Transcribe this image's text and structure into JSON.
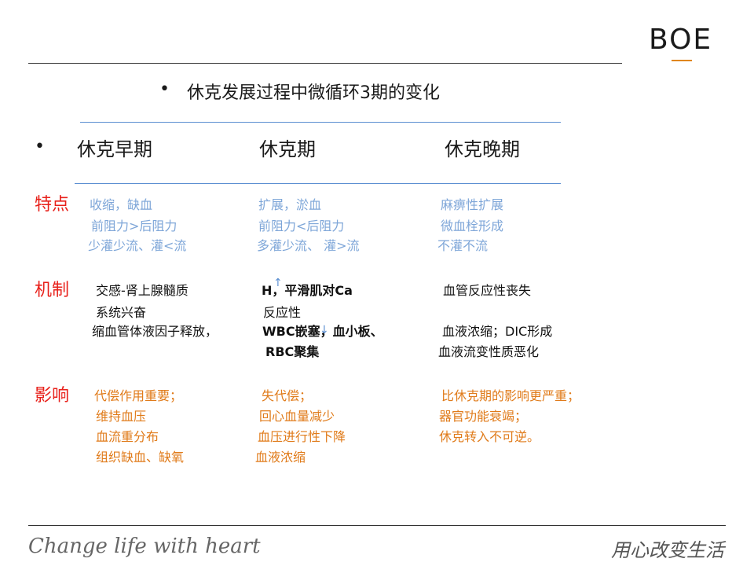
{
  "brand": {
    "logo_text": "BOE"
  },
  "slide": {
    "title": "休克发展过程中微循环3期的变化",
    "columns": [
      "休克早期",
      "休克期",
      "休克晚期"
    ],
    "rows": [
      {
        "label": "特点",
        "cells": [
          [
            "收缩，缺血",
            "前阻力>后阻力",
            "少灌少流、灌<流"
          ],
          [
            "扩展，淤血",
            "前阻力<后阻力",
            "多灌少流、 灌>流"
          ],
          [
            "麻痹性扩展",
            "微血栓形成",
            "不灌不流"
          ]
        ]
      },
      {
        "label": "机制",
        "cells": [
          [
            "交感-肾上腺髓质",
            "系统兴奋",
            "缩血管体液因子释放，"
          ],
          [
            "H，平滑肌对Ca",
            "反应性",
            "WBC嵌塞，血小板、",
            "RBC聚集"
          ],
          [
            "血管反应性丧失",
            "血液浓缩；DIC形成",
            "血液流变性质恶化"
          ]
        ]
      },
      {
        "label": "影响",
        "cells": [
          [
            "代偿作用重要；",
            "维持血压",
            "血流重分布",
            "组织缺血、缺氧"
          ],
          [
            "失代偿；",
            "回心血量减少",
            "血压进行性下降",
            "血液浓缩"
          ],
          [
            "比休克期的影响更严重；",
            "器官功能衰竭；",
            "休克转入不可逆。"
          ]
        ]
      }
    ]
  },
  "footer": {
    "slogan": "Change life with heart",
    "signature": "用心改变生活"
  },
  "colors": {
    "label_red": "#e8211b",
    "feature_blue": "#7ea6d8",
    "effect_orange": "#e07b1a",
    "accent_line_blue": "#5b8fd1"
  }
}
